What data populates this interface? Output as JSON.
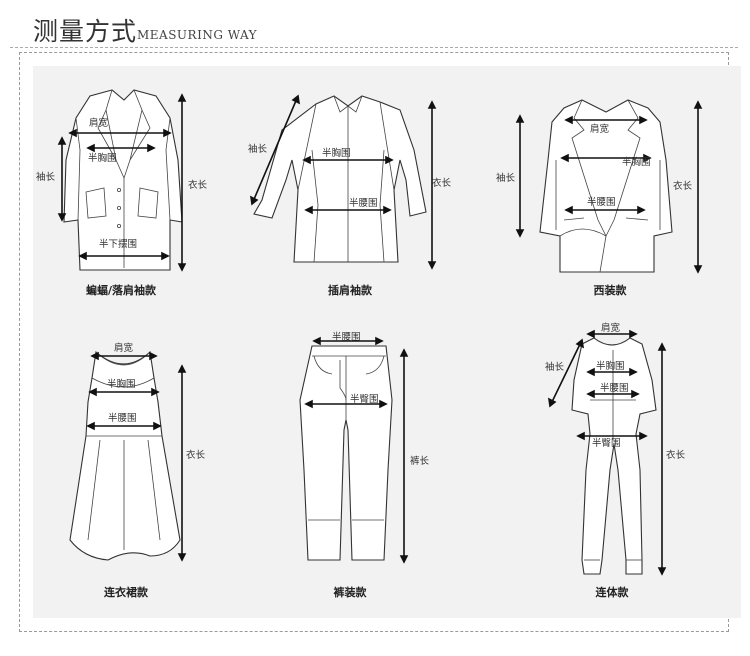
{
  "header": {
    "title_cn": "测量方式",
    "title_en": "MEASURING WAY"
  },
  "figures": [
    {
      "caption": "蝙蝠/落肩袖款",
      "labels": {
        "shoulder": "肩宽",
        "chest": "半胸围",
        "sleeve": "袖长",
        "hem": "半下摆围",
        "length": "衣长"
      }
    },
    {
      "caption": "插肩袖款",
      "labels": {
        "sleeve": "袖长",
        "chest": "半胸围",
        "waist": "半腰围",
        "length": "衣长"
      }
    },
    {
      "caption": "西装款",
      "labels": {
        "shoulder": "肩宽",
        "chest": "半胸围",
        "sleeve": "袖长",
        "waist": "半腰围",
        "length": "衣长"
      }
    },
    {
      "caption": "连衣裙款",
      "labels": {
        "shoulder": "肩宽",
        "chest": "半胸围",
        "waist": "半腰围",
        "length": "衣长"
      }
    },
    {
      "caption": "裤装款",
      "labels": {
        "waist": "半腰围",
        "hip": "半臀围",
        "length": "裤长"
      }
    },
    {
      "caption": "连体款",
      "labels": {
        "shoulder": "肩宽",
        "sleeve": "袖长",
        "chest": "半胸围",
        "waist": "半腰围",
        "hip": "半臀围",
        "length": "衣长"
      }
    }
  ]
}
